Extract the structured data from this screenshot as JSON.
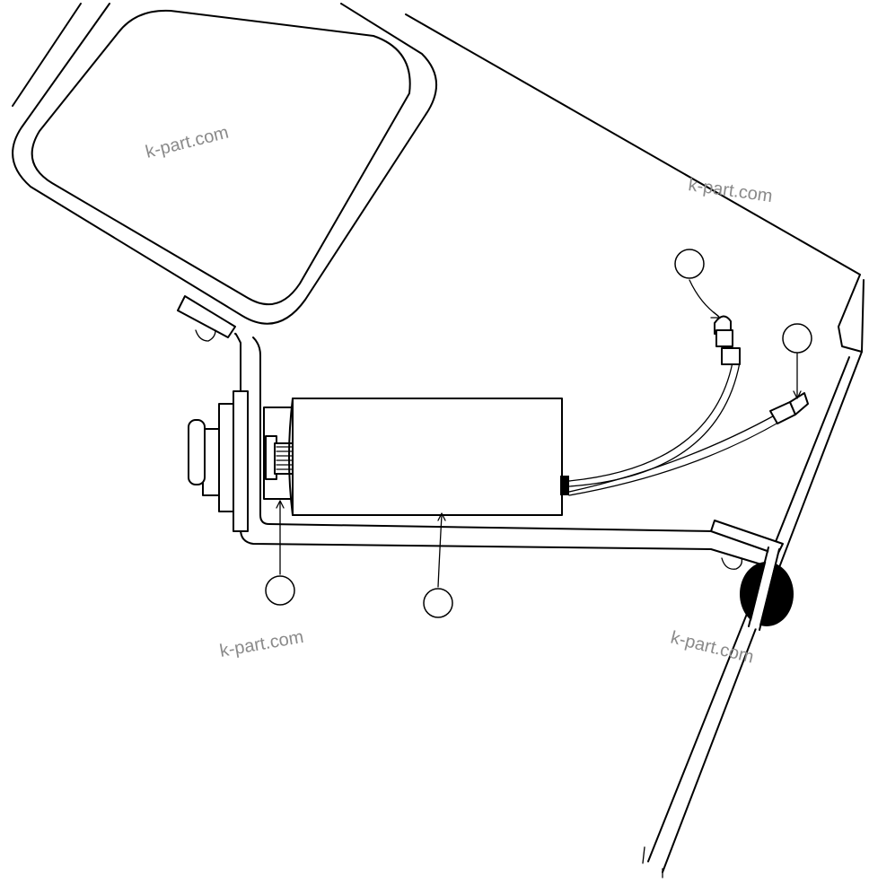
{
  "watermarks": [
    "k-part.com",
    "k-part.com",
    "k-part.com",
    "k-part.com"
  ],
  "callouts": [
    "",
    "",
    "",
    ""
  ],
  "colors": {
    "line": "#000000",
    "background": "#ffffff",
    "watermark": "#8a8a8a"
  }
}
